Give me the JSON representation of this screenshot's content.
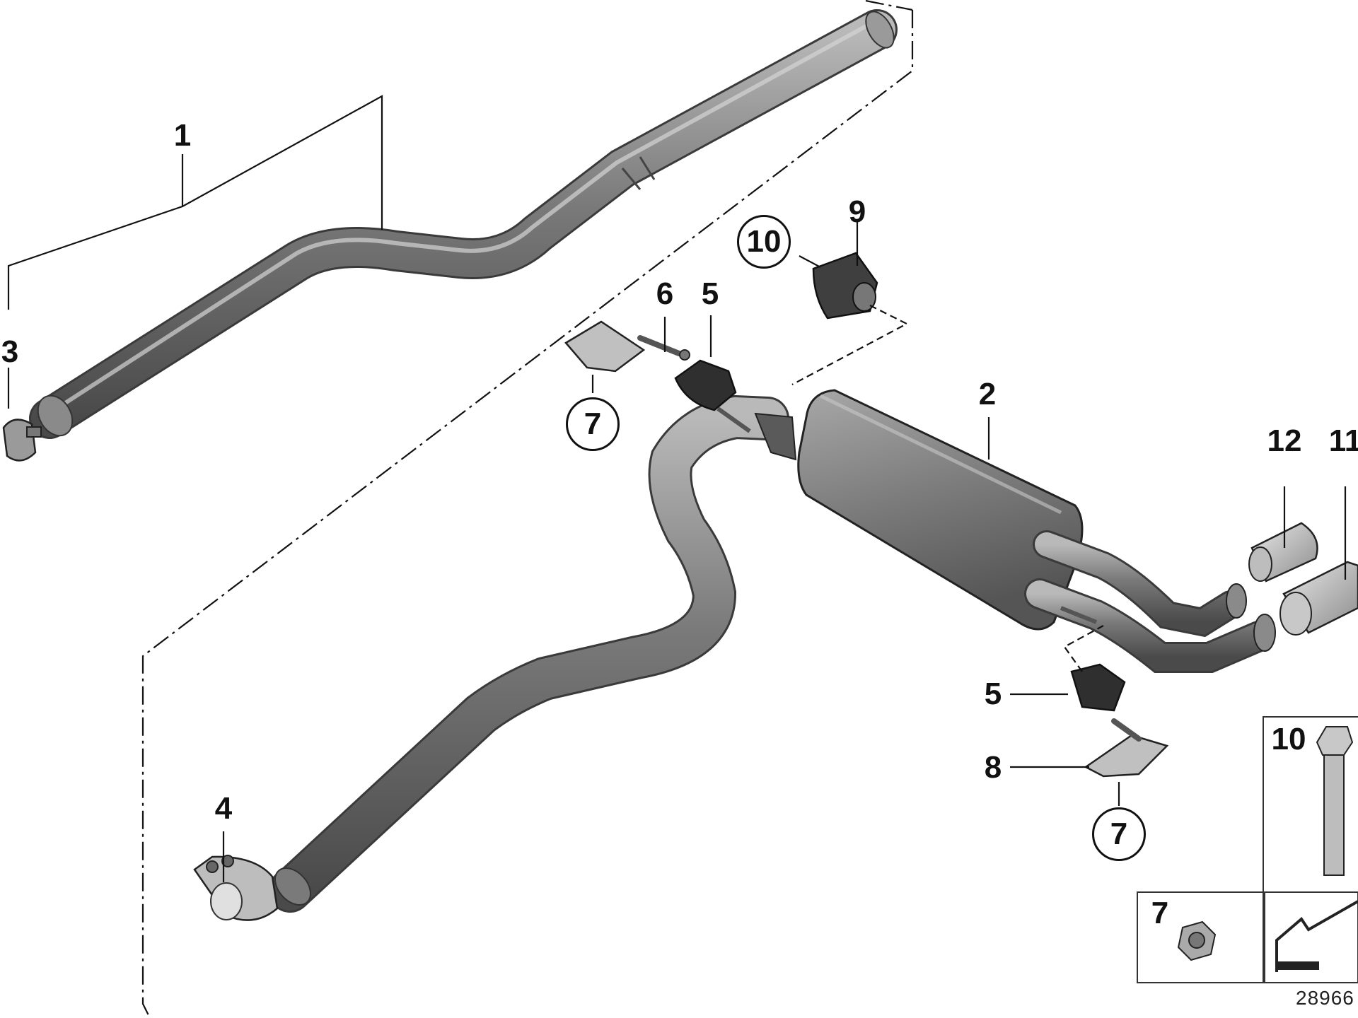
{
  "callouts": {
    "c1": "1",
    "c2": "2",
    "c3": "3",
    "c4": "4",
    "c5a": "5",
    "c5b": "5",
    "c6": "6",
    "c7a": "7",
    "c7b": "7",
    "c7c": "7",
    "c8": "8",
    "c9": "9",
    "c10a": "10",
    "c10b": "10",
    "c11": "11",
    "c12": "12"
  },
  "reference_number": "28966",
  "colors": {
    "pipe": "#6e6e6e",
    "line": "#111111",
    "box": "#333333"
  }
}
